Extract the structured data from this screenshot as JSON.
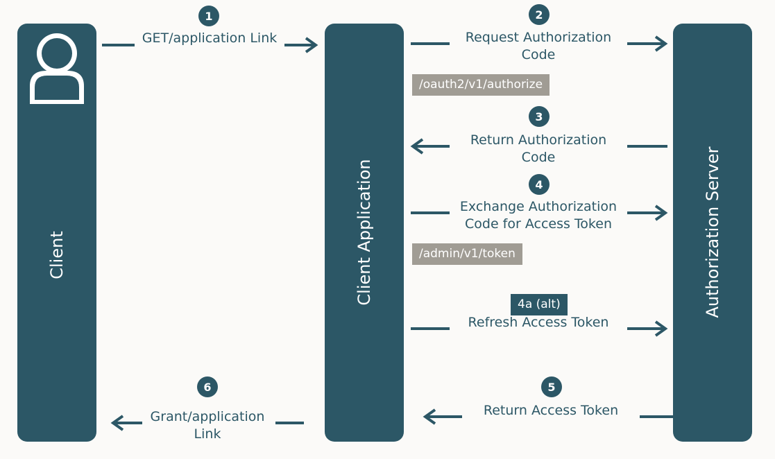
{
  "lanes": {
    "client": "Client",
    "client_app": "Client Application",
    "auth_server": "Authorization Server"
  },
  "steps": [
    {
      "num": "1",
      "label_lines": [
        "GET/application Link"
      ]
    },
    {
      "num": "2",
      "label_lines": [
        "Request Authorization",
        "Code"
      ],
      "endpoint": "/oauth2/v1/authorize"
    },
    {
      "num": "3",
      "label_lines": [
        "Return Authorization",
        "Code"
      ]
    },
    {
      "num": "4",
      "label_lines": [
        "Exchange Authorization",
        "Code for Access Token"
      ],
      "endpoint": "/admin/v1/token"
    },
    {
      "num": "4a (alt)",
      "label_lines": [
        "Refresh Access Token"
      ]
    },
    {
      "num": "5",
      "label_lines": [
        "Return Access Token"
      ]
    },
    {
      "num": "6",
      "label_lines": [
        "Grant/application",
        "Link"
      ]
    }
  ],
  "icons": {
    "client_avatar": "user-icon"
  },
  "colors": {
    "lane": "#2c5766",
    "endpoint_bg": "#a09c94",
    "background": "#fbfaf8",
    "text": "#2c5766"
  }
}
